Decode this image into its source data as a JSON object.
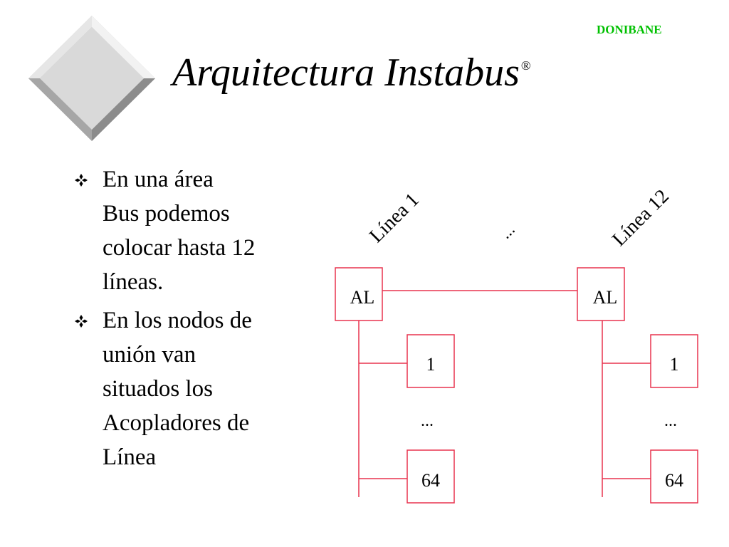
{
  "brand": "DONIBANE",
  "title": {
    "text": "Arquitectura Instabus",
    "mark": "®"
  },
  "bullets": [
    {
      "lines": [
        "En una área",
        "Bus podemos",
        "colocar hasta 12",
        "líneas."
      ]
    },
    {
      "lines": [
        "En los nodos de",
        "unión van",
        "situados los",
        "Acopladores de",
        "Línea"
      ]
    }
  ],
  "diagram": {
    "line_labels": [
      "Línea 1",
      "Línea 12"
    ],
    "between_lines_ellipsis": "...",
    "coupler_label": "AL",
    "device_first": "1",
    "device_ellipsis": "...",
    "device_last": "64"
  },
  "colors": {
    "brand": "#00c000",
    "connector": "#e8334f",
    "logo_face": "#d9d9d9",
    "logo_edge": "#a6a6a6"
  }
}
